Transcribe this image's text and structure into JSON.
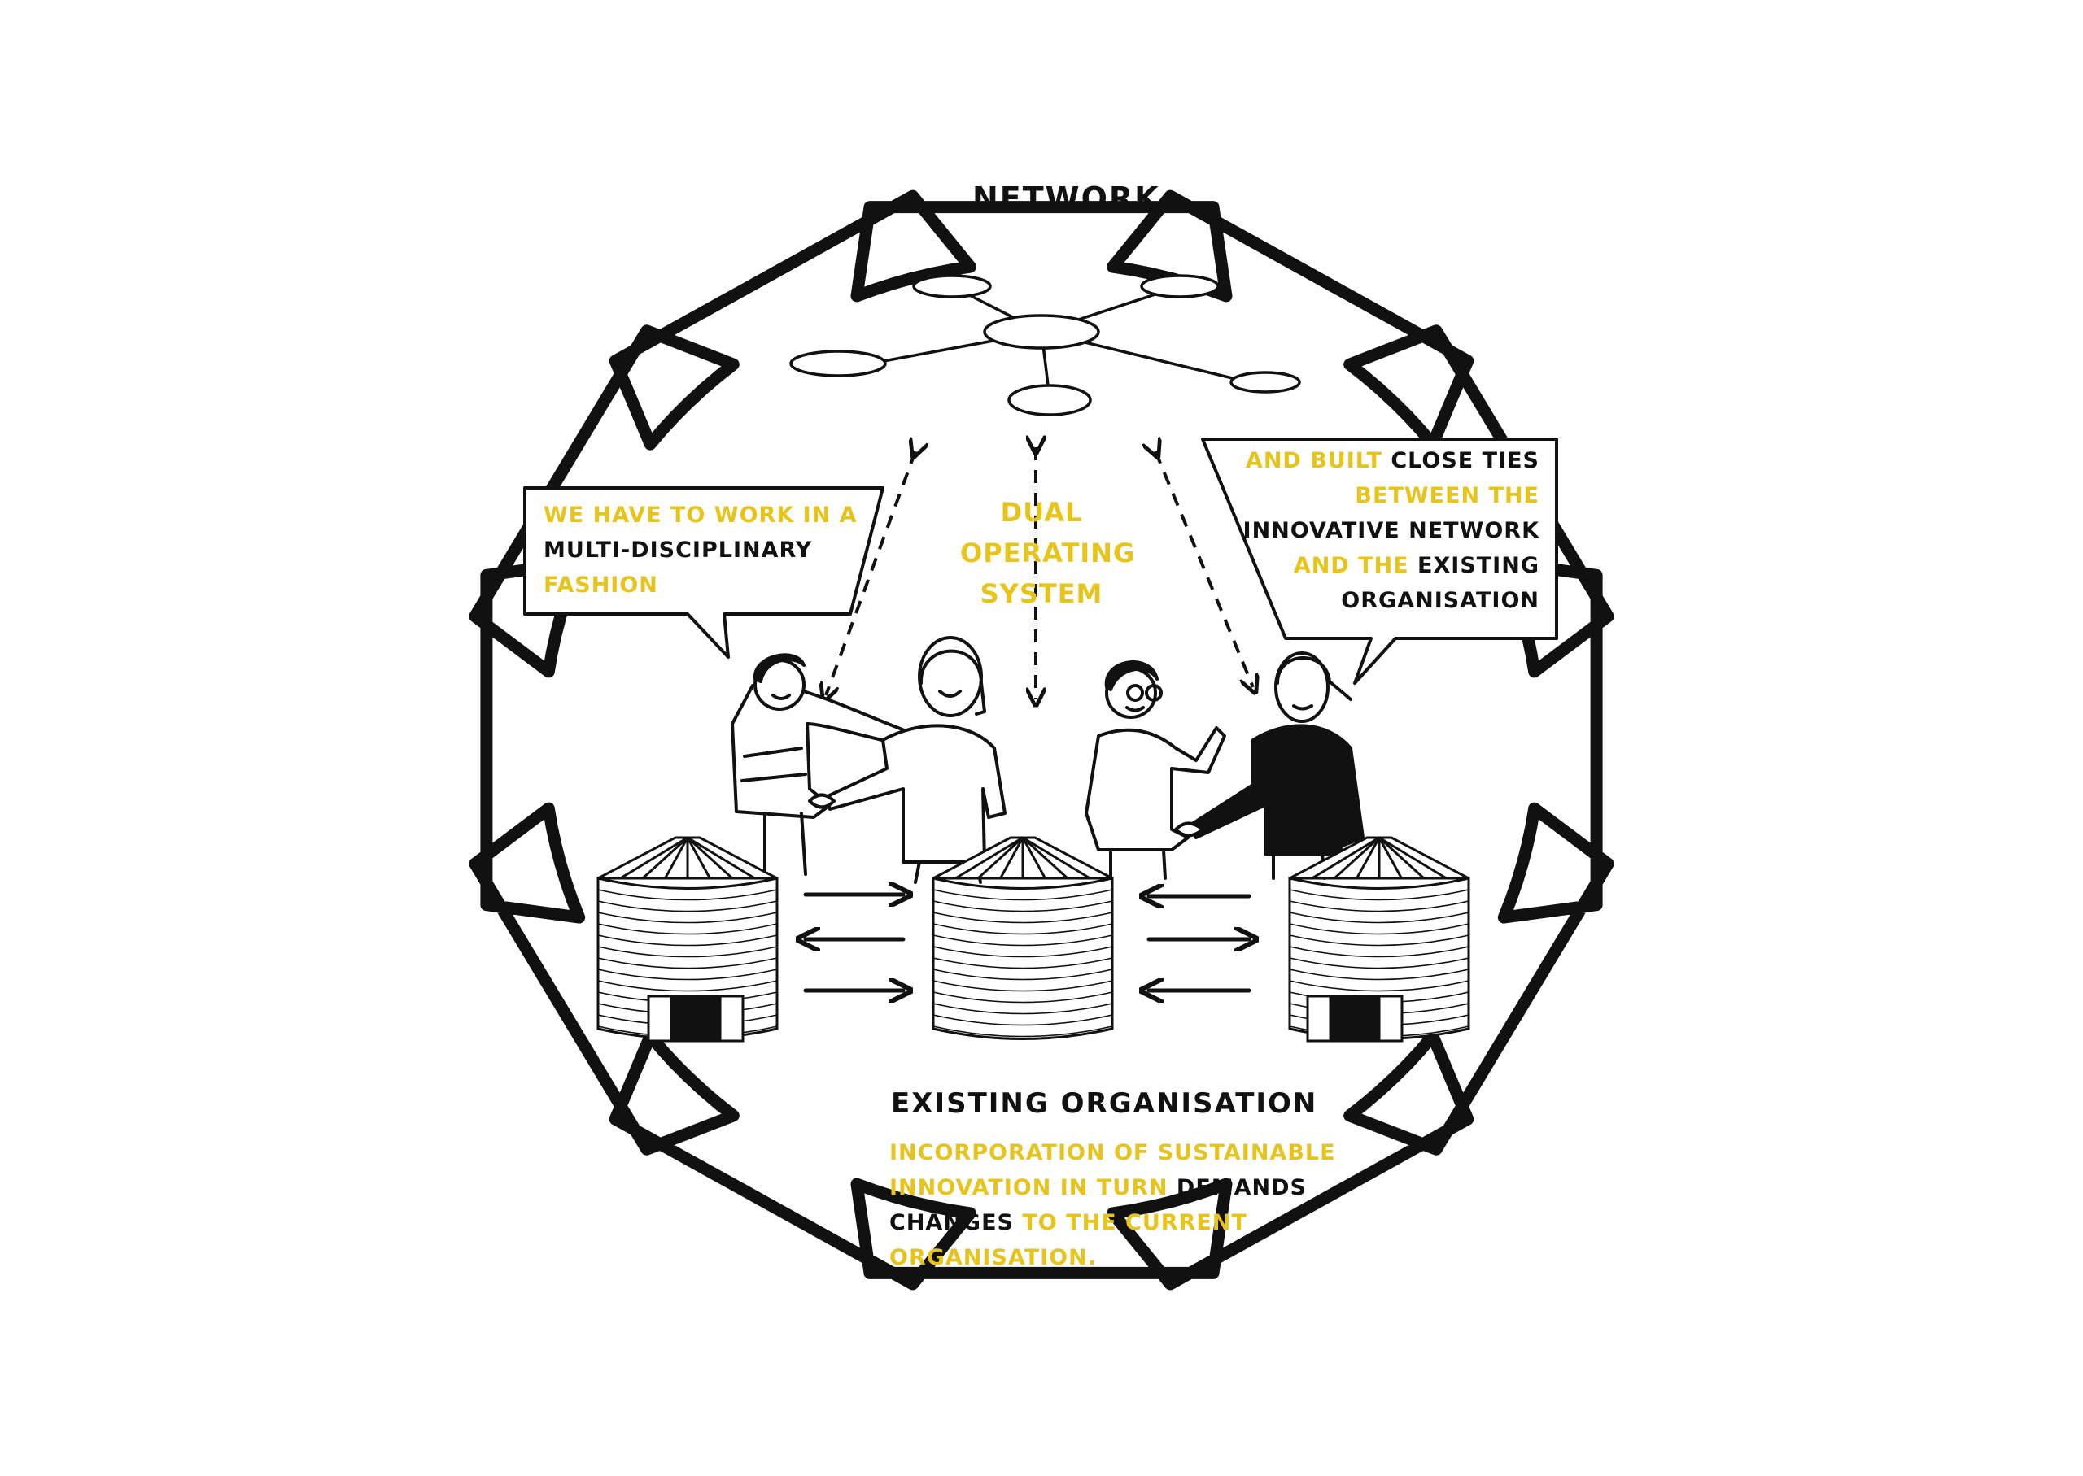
{
  "colors": {
    "accent": "#e7c41c",
    "ink": "#111111",
    "background": "#ffffff"
  },
  "labels": {
    "network": "Network",
    "dual": [
      "Dual",
      "operating",
      "system"
    ],
    "existing_organisation": "Existing organisation"
  },
  "left_bubble": {
    "line1": "We have to work in a",
    "line2": "multi-disciplinary",
    "line3": "fashion"
  },
  "right_bubble": {
    "l1a": "And built",
    "l1b": "close ties",
    "l2": "between the",
    "l3": "innovative network",
    "l4a": "and the",
    "l4b": "existing",
    "l5": "organisation"
  },
  "bottom_text": {
    "l1": "Incorporation of sustainable",
    "l2a": "innovation in turn",
    "l2b": "demands",
    "l3a": "changes",
    "l3b": "to the current",
    "l4": "organisation."
  },
  "icons": [
    "gear-outline",
    "network-hub",
    "person",
    "handshake",
    "grain-silo",
    "arrow"
  ]
}
